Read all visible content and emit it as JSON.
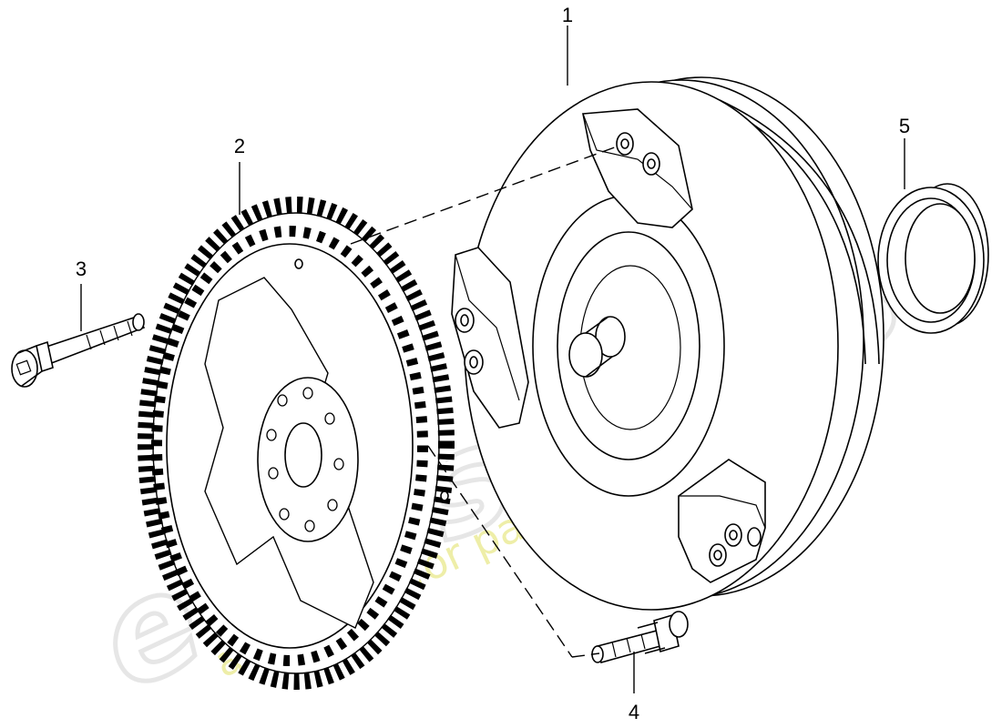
{
  "callouts": {
    "c1": "1",
    "c2": "2",
    "c3": "3",
    "c4": "4",
    "c5": "5"
  },
  "watermark": {
    "logo_text": "eurospares",
    "tagline": "a passion for parts since 1985",
    "logo_color": "#e6e6e6",
    "tagline_color": "#ecec9a"
  },
  "colors": {
    "line": "#000000",
    "fill": "#ffffff"
  }
}
